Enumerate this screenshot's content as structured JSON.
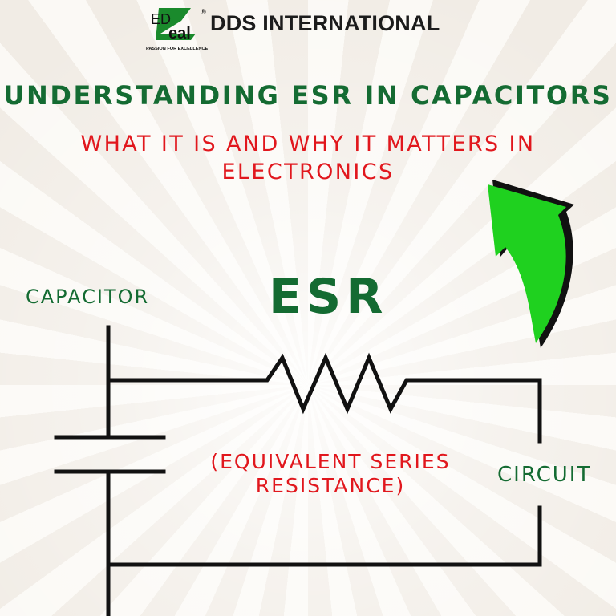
{
  "header": {
    "logo_text_top": "ED",
    "logo_text_main": "eal",
    "logo_registered": "®",
    "logo_tagline": "PASSION FOR EXCELLENCE",
    "brand_name": "DDS INTERNATIONAL"
  },
  "main": {
    "title": "UNDERSTANDING ESR IN CAPACITORS",
    "subtitle": "WHAT IT IS AND WHY IT MATTERS IN ELECTRONICS"
  },
  "diagram": {
    "capacitor_label": "CAPACITOR",
    "esr_label": "ESR",
    "esr_full_line1": "(EQUIVALENT SERIES",
    "esr_full_line2": "RESISTANCE)",
    "circuit_label": "CIRCUIT",
    "arrow_icon": "curved-arrow-up-icon"
  },
  "colors": {
    "title_green": "#146b32",
    "subtitle_red": "#e1171d",
    "arrow_green": "#1fd11f",
    "wire_black": "#111111"
  }
}
